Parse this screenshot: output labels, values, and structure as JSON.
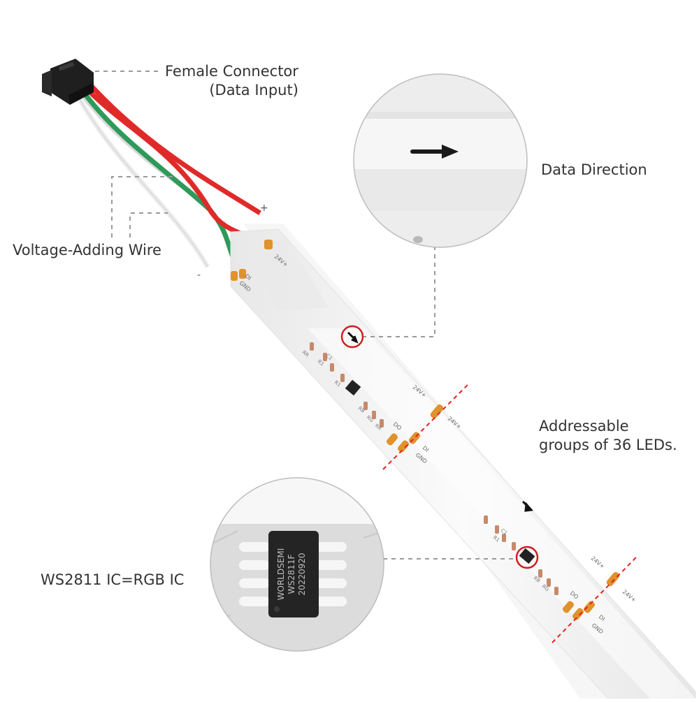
{
  "callouts": {
    "female_connector": {
      "line1": "Female Connector",
      "line2": "(Data Input)"
    },
    "voltage_wire": "Voltage-Adding Wire",
    "data_direction": "Data Direction",
    "addressable": {
      "line1": "Addressable",
      "line2": "groups of 36 LEDs."
    },
    "ic": "WS2811 IC=RGB IC"
  },
  "pads": {
    "v24": "24V+",
    "di": "DI",
    "gnd": "GND",
    "do": "DO",
    "plus": "+",
    "minus": "-"
  },
  "components": {
    "r1": "R1",
    "c1": "C1",
    "rg": "RG",
    "rr": "RR",
    "rb": "RB"
  },
  "chip": {
    "line1": "WORLDSEMI",
    "line2": "WS2811F",
    "line3": "20220920"
  },
  "colors": {
    "wire_red": "#e02a2a",
    "wire_green": "#2e9a5a",
    "wire_white": "#f2f2f2",
    "pad_copper": "#e0922c",
    "cut_line": "#e52020",
    "leader": "#9a9a9a",
    "strip": "#f7f7f7"
  }
}
